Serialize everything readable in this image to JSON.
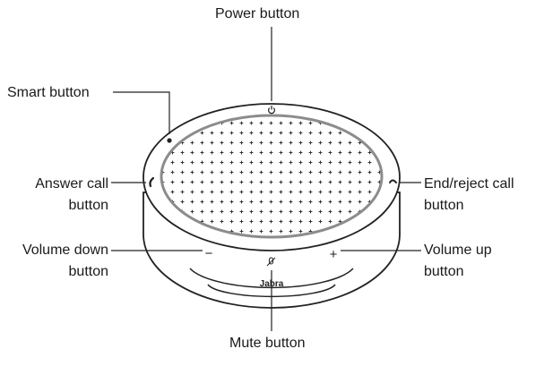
{
  "labels": {
    "power": "Power button",
    "smart": "Smart button",
    "answer_line1": "Answer call",
    "answer_line2": "button",
    "end_line1": "End/reject call",
    "end_line2": "button",
    "vol_down_line1": "Volume down",
    "vol_down_line2": "button",
    "vol_up_line1": "Volume up",
    "vol_up_line2": "button",
    "mute": "Mute button"
  },
  "device": {
    "brand": "Jabra",
    "minus_symbol": "−",
    "plus_symbol": "+"
  },
  "icons": [
    "power-icon",
    "smart-indicator-dot",
    "answer-call-icon",
    "end-call-icon",
    "mute-icon"
  ]
}
